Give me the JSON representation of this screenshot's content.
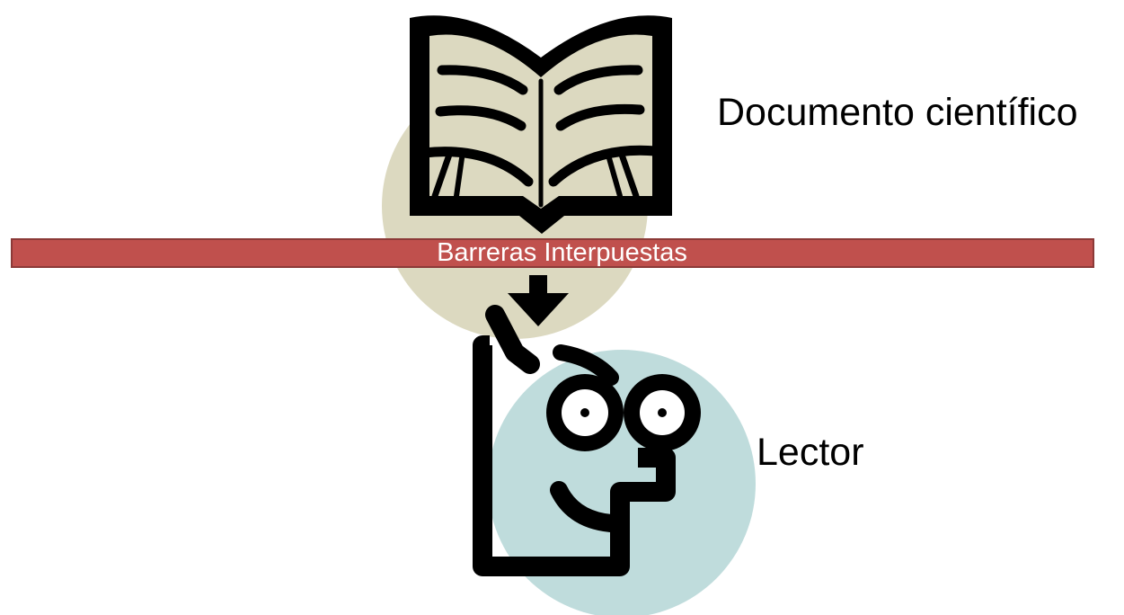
{
  "labels": {
    "document": "Documento científico",
    "reader": "Lector",
    "barrier": "Barreras Interpuestas"
  },
  "colors": {
    "document_circle": "#dcd9c0",
    "reader_circle": "#bfdcdc",
    "barrier_fill": "#c0504d",
    "barrier_border": "#8c3a38",
    "clipart": "#000000",
    "barrier_text": "#ffffff"
  },
  "icons": {
    "document": "open-book-icon",
    "reader": "reader-face-icon",
    "flow": "arrow-down-icon"
  }
}
